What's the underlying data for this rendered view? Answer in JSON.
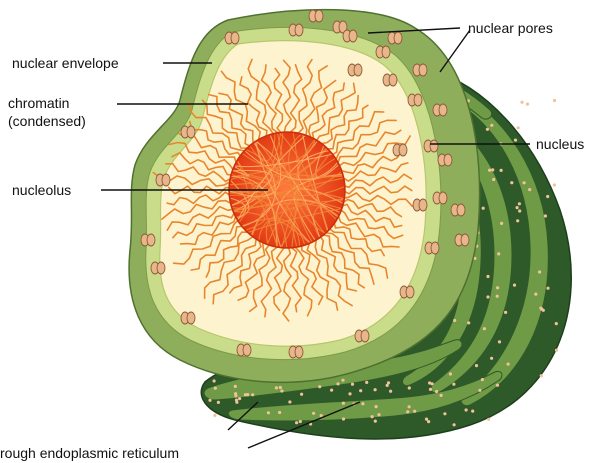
{
  "diagram": {
    "labels": {
      "nuclear_envelope": "nuclear envelope",
      "chromatin_line1": "chromatin",
      "chromatin_line2": "(condensed)",
      "nucleolus": "nucleolus",
      "nuclear_pores": "nuclear pores",
      "nucleus": "nucleus",
      "rough_er": "rough endoplasmic reticulum"
    },
    "colors": {
      "er_dark": "#2e5a2a",
      "er_mid": "#6f9a46",
      "envelope": "#8fae5b",
      "envelope_light": "#c9dc8a",
      "nucleoplasm": "#fdf4cf",
      "nucleolus": "#e8401c",
      "chromatin": "#e8862d",
      "pore": "#e9b68c",
      "ribosome": "#f0c29a"
    }
  }
}
